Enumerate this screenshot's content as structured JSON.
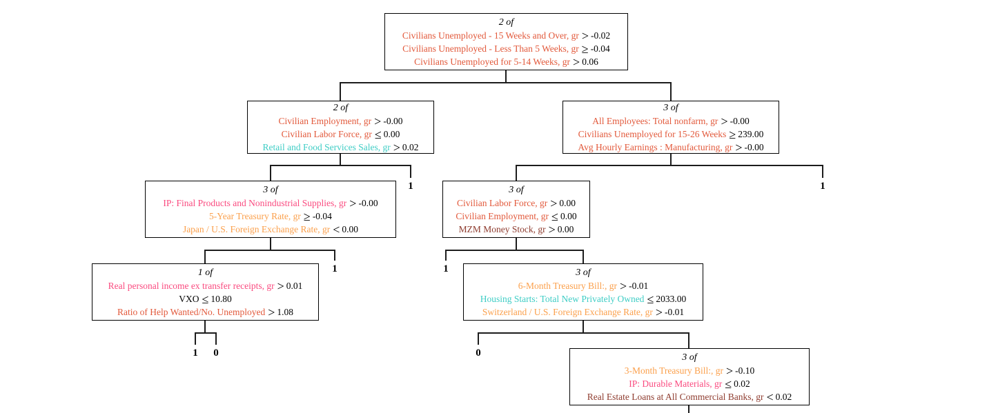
{
  "palette": {
    "tomato": "#e2593b",
    "turquoise": "#3ecdc5",
    "pink": "#fa4a7f",
    "orange": "#fba04c",
    "maroon": "#8e3b2e",
    "black": "#000000"
  },
  "nodes": [
    {
      "title": "2 of",
      "lines": [
        {
          "name": "Civilians Unemployed - 15 Weeks and Over, gr",
          "op": ">",
          "value": "-0.02"
        },
        {
          "name": "Civilians Unemployed - Less Than 5 Weeks, gr",
          "op": "≥",
          "value": "-0.04"
        },
        {
          "name": "Civilians Unemployed for 5-14 Weeks, gr",
          "op": ">",
          "value": "0.06"
        }
      ]
    },
    {
      "title": "2 of",
      "lines": [
        {
          "name": "Civilian Employment, gr",
          "op": ">",
          "value": "-0.00"
        },
        {
          "name": "Civilian Labor Force, gr",
          "op": "≤",
          "value": "0.00"
        },
        {
          "name": "Retail and Food Services Sales, gr",
          "op": ">",
          "value": "0.02"
        }
      ]
    },
    {
      "title": "3 of",
      "lines": [
        {
          "name": "All Employees: Total nonfarm, gr",
          "op": ">",
          "value": "-0.00"
        },
        {
          "name": "Civilians Unemployed for 15-26 Weeks",
          "op": "≥",
          "value": "239.00"
        },
        {
          "name": "Avg Hourly Earnings : Manufacturing, gr",
          "op": ">",
          "value": "-0.00"
        }
      ]
    },
    {
      "title": "3 of",
      "lines": [
        {
          "name": "IP: Final Products and Nonindustrial Supplies, gr",
          "op": ">",
          "value": "-0.00"
        },
        {
          "name": "5-Year Treasury Rate, gr",
          "op": "≥",
          "value": "-0.04"
        },
        {
          "name": "Japan / U.S. Foreign Exchange Rate, gr",
          "op": "<",
          "value": "0.00"
        }
      ]
    },
    {
      "title": "3 of",
      "lines": [
        {
          "name": "Civilian Labor Force, gr",
          "op": ">",
          "value": "0.00"
        },
        {
          "name": "Civilian Employment, gr",
          "op": "≤",
          "value": "0.00"
        },
        {
          "name": "MZM Money Stock, gr",
          "op": ">",
          "value": "0.00"
        }
      ]
    },
    {
      "title": "1 of",
      "lines": [
        {
          "name": "Real personal income ex transfer receipts, gr",
          "op": ">",
          "value": "0.01"
        },
        {
          "name": "VXO",
          "op": "≤",
          "value": "10.80"
        },
        {
          "name": "Ratio of Help Wanted/No. Unemployed",
          "op": ">",
          "value": "1.08"
        }
      ]
    },
    {
      "title": "3 of",
      "lines": [
        {
          "name": "6-Month Treasury Bill:, gr",
          "op": ">",
          "value": "-0.01"
        },
        {
          "name": "Housing Starts: Total New Privately Owned",
          "op": "≤",
          "value": "2033.00"
        },
        {
          "name": "Switzerland / U.S. Foreign Exchange Rate, gr",
          "op": ">",
          "value": "-0.01"
        }
      ]
    },
    {
      "title": "3 of",
      "lines": [
        {
          "name": "3-Month Treasury Bill:, gr",
          "op": ">",
          "value": "-0.10"
        },
        {
          "name": "IP: Durable Materials, gr",
          "op": "≤",
          "value": "0.02"
        },
        {
          "name": "Real Estate Loans at All Commercial Banks, gr",
          "op": "<",
          "value": "0.02"
        }
      ]
    }
  ],
  "leaves": [
    {
      "label": "1"
    },
    {
      "label": "1"
    },
    {
      "label": "1"
    },
    {
      "label": "1"
    },
    {
      "label": "1"
    },
    {
      "label": "0"
    },
    {
      "label": "0"
    }
  ]
}
